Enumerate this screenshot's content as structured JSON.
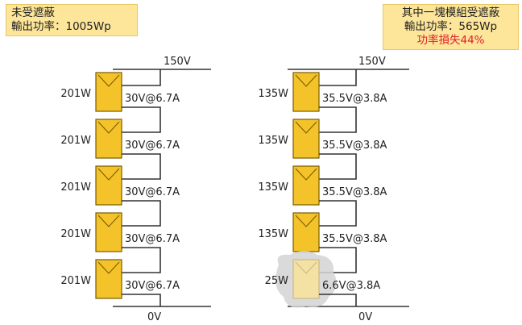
{
  "left_box": {
    "title": "未受遮蔽",
    "output_line": "輸出功率：1005Wp"
  },
  "right_box": {
    "title": "其中一塊模組受遮蔽",
    "output_line": "輸出功率：565Wp",
    "loss_line": "功率損失44%"
  },
  "left_string": {
    "top_voltage": "150V",
    "bottom_voltage": "0V",
    "modules": [
      {
        "power": "201W",
        "vi": "30V@6.7A",
        "shaded": false
      },
      {
        "power": "201W",
        "vi": "30V@6.7A",
        "shaded": false
      },
      {
        "power": "201W",
        "vi": "30V@6.7A",
        "shaded": false
      },
      {
        "power": "201W",
        "vi": "30V@6.7A",
        "shaded": false
      },
      {
        "power": "201W",
        "vi": "30V@6.7A",
        "shaded": false
      }
    ]
  },
  "right_string": {
    "top_voltage": "150V",
    "bottom_voltage": "0V",
    "modules": [
      {
        "power": "135W",
        "vi": "35.5V@3.8A",
        "shaded": false
      },
      {
        "power": "135W",
        "vi": "35.5V@3.8A",
        "shaded": false
      },
      {
        "power": "135W",
        "vi": "35.5V@3.8A",
        "shaded": false
      },
      {
        "power": "135W",
        "vi": "35.5V@3.8A",
        "shaded": false
      },
      {
        "power": "25W",
        "vi": "6.6V@3.8A",
        "shaded": true
      }
    ]
  },
  "colors": {
    "panel_fill": "#f4c32a",
    "panel_stroke": "#7a5b00",
    "panel_shaded_fill": "#f3e2a4",
    "shadow": "#d4d4d4",
    "wire": "#333333",
    "title_bg": "#fde69a",
    "loss_text": "#e0202a"
  }
}
